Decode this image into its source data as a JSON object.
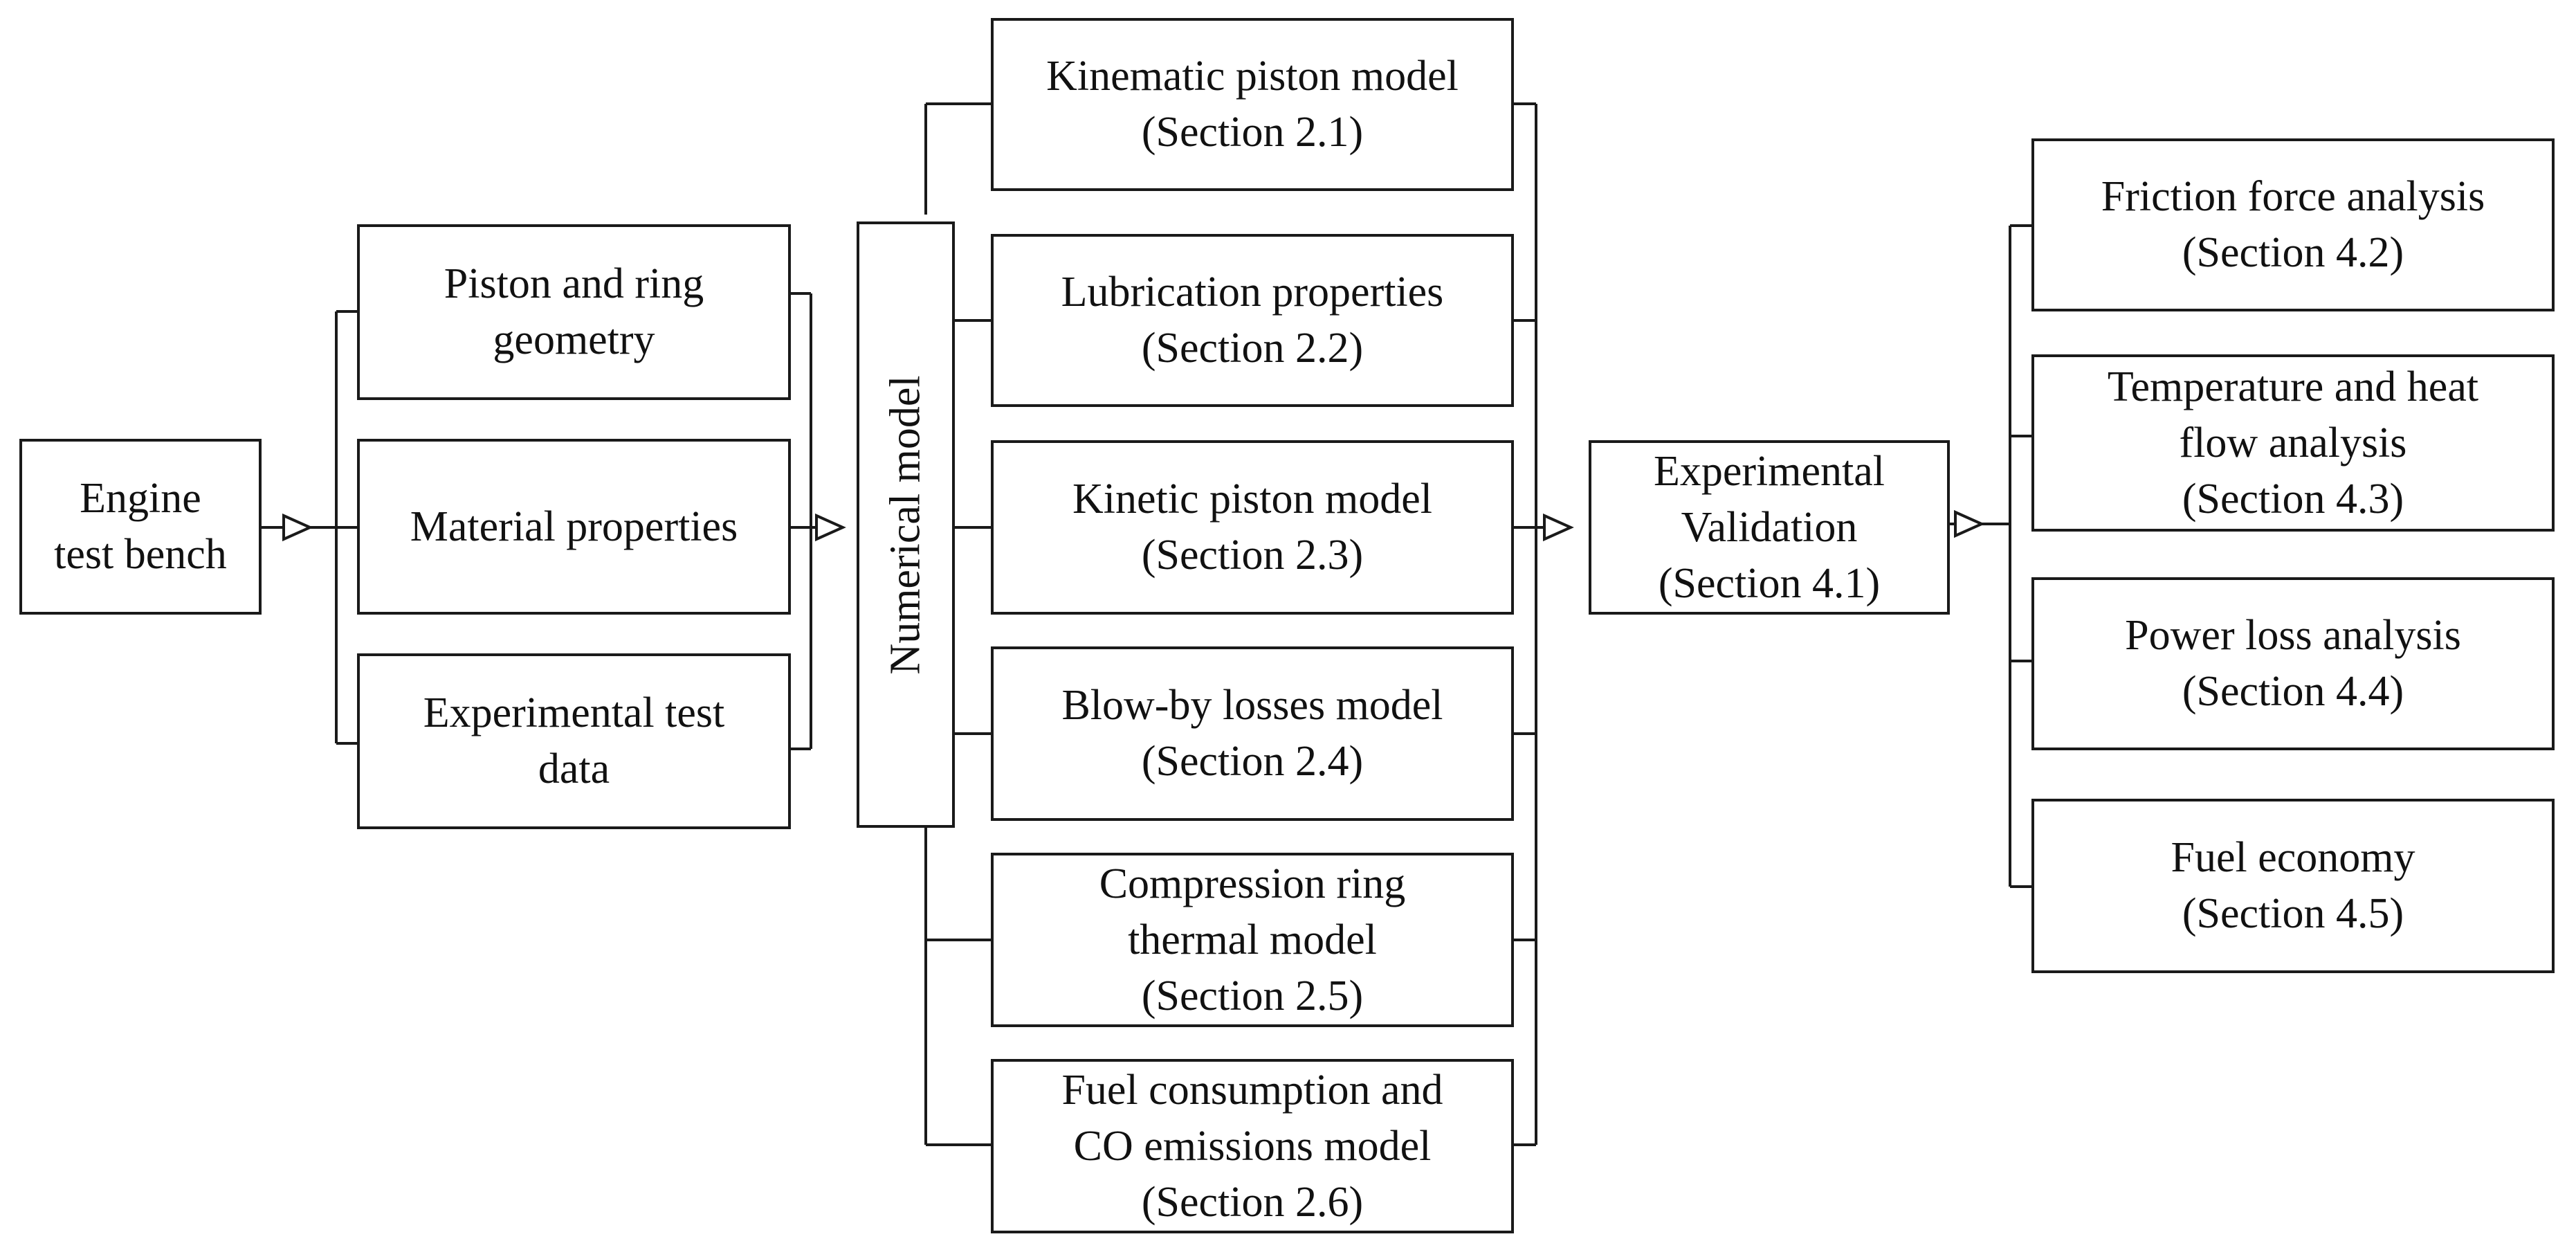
{
  "diagram": {
    "nodes": {
      "engine_test_bench": {
        "label": "Engine\ntest bench"
      },
      "piston_ring_geometry": {
        "label": "Piston and ring\ngeometry"
      },
      "material_properties": {
        "label": "Material properties"
      },
      "experimental_test_data": {
        "label": "Experimental test\ndata"
      },
      "numerical_model": {
        "label": "Numerical model"
      },
      "kinematic_piston_model": {
        "label": "Kinematic piston model\n(Section 2.1)"
      },
      "lubrication_properties": {
        "label": "Lubrication properties\n(Section 2.2)"
      },
      "kinetic_piston_model": {
        "label": "Kinetic piston model\n(Section 2.3)"
      },
      "blow_by_losses_model": {
        "label": "Blow-by losses model\n(Section 2.4)"
      },
      "compression_ring_thermal_model": {
        "label": "Compression ring\nthermal model\n(Section 2.5)"
      },
      "fuel_consumption_co_model": {
        "label": "Fuel consumption and\nCO emissions model\n(Section 2.6)"
      },
      "experimental_validation": {
        "label": "Experimental\nValidation\n(Section 4.1)"
      },
      "friction_force_analysis": {
        "label": "Friction force analysis\n(Section 4.2)"
      },
      "temperature_heat_flow_analysis": {
        "label": "Temperature and heat\nflow analysis\n(Section 4.3)"
      },
      "power_loss_analysis": {
        "label": "Power loss analysis\n(Section 4.4)"
      },
      "fuel_economy": {
        "label": "Fuel economy\n(Section 4.5)"
      }
    },
    "colors": {
      "stroke": "#1a1a1a",
      "text": "#111111",
      "background": "#ffffff"
    }
  }
}
